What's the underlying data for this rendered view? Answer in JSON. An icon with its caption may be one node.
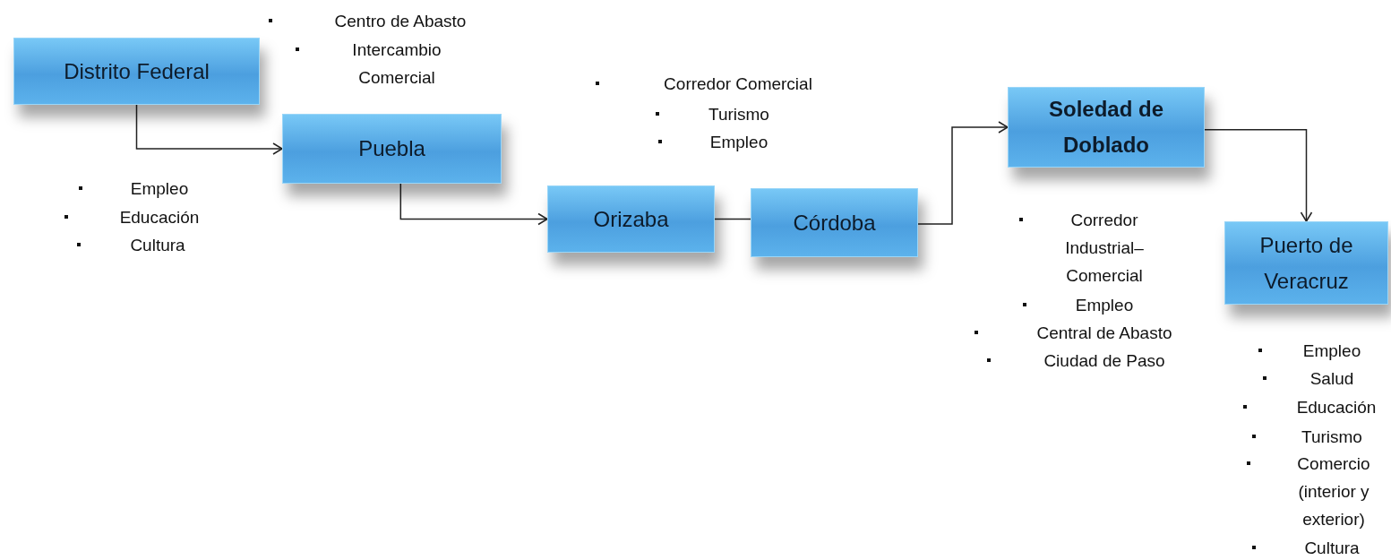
{
  "diagram": {
    "nodes": [
      {
        "text": [
          "Distrito Federal"
        ]
      },
      {
        "text": [
          "Puebla"
        ]
      },
      {
        "text": [
          "Orizaba"
        ]
      },
      {
        "text": [
          "Córdoba"
        ]
      },
      {
        "text": [
          "Soledad de Doblado"
        ]
      },
      {
        "text": [
          "Puerto de Veracruz"
        ]
      }
    ],
    "edges": [
      {
        "from": 0,
        "to": 1,
        "arrow": "to"
      },
      {
        "from": 1,
        "to": 2,
        "arrow": "to"
      },
      {
        "from": 2,
        "to": 3,
        "arrow": "none"
      },
      {
        "from": 3,
        "to": 4,
        "arrow": "to"
      },
      {
        "from": 4,
        "to": 5,
        "arrow": "to"
      }
    ],
    "labels": [
      "Centro de Abasto",
      "Intercambio Comercial",
      "Corredor Comercial",
      "Turismo",
      "Empleo",
      "Empleo",
      "Educación",
      "Cultura",
      "Corredor Industrial–Comercial",
      "Empleo",
      "Central de Abasto",
      "Ciudad de Paso",
      "Empleo",
      "Salud",
      "Educación",
      "Turismo",
      "Comercio (interior y exterior)",
      "Cultura"
    ]
  }
}
